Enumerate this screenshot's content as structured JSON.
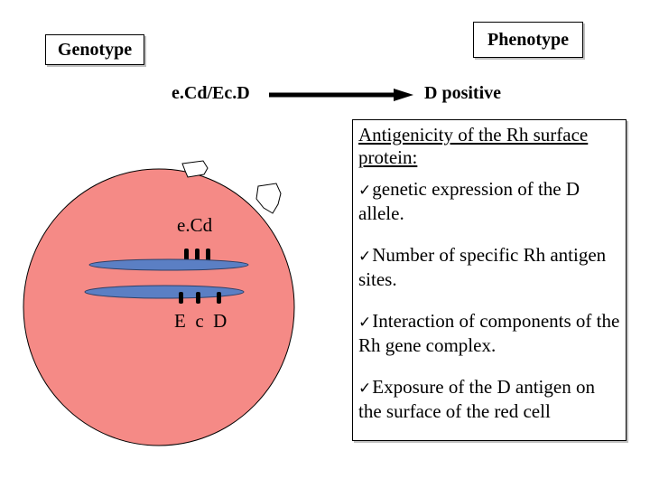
{
  "genotype": {
    "label": "Genotype",
    "value": "e.Cd/Ec.D"
  },
  "phenotype": {
    "label": "Phenotype",
    "value": "D positive"
  },
  "cell": {
    "upper_chromosome_label": "e.Cd",
    "lower_chromosome_label": "E  c  D"
  },
  "info": {
    "title": "Antigenicity of the Rh surface protein:",
    "check_glyph": "✓",
    "bullets": [
      "genetic expression of the D allele.",
      "Number of specific Rh antigen sites.",
      "Interaction of components of the Rh gene complex.",
      "Exposure of the D antigen on the surface of the red cell"
    ]
  },
  "colors": {
    "cell_fill": "#f58a86",
    "chromosome_fill": "#5b7fc4",
    "marker_fill": "#000000"
  },
  "icons": [
    "arrow-right-icon",
    "antigen-blob-icon",
    "check-icon"
  ]
}
